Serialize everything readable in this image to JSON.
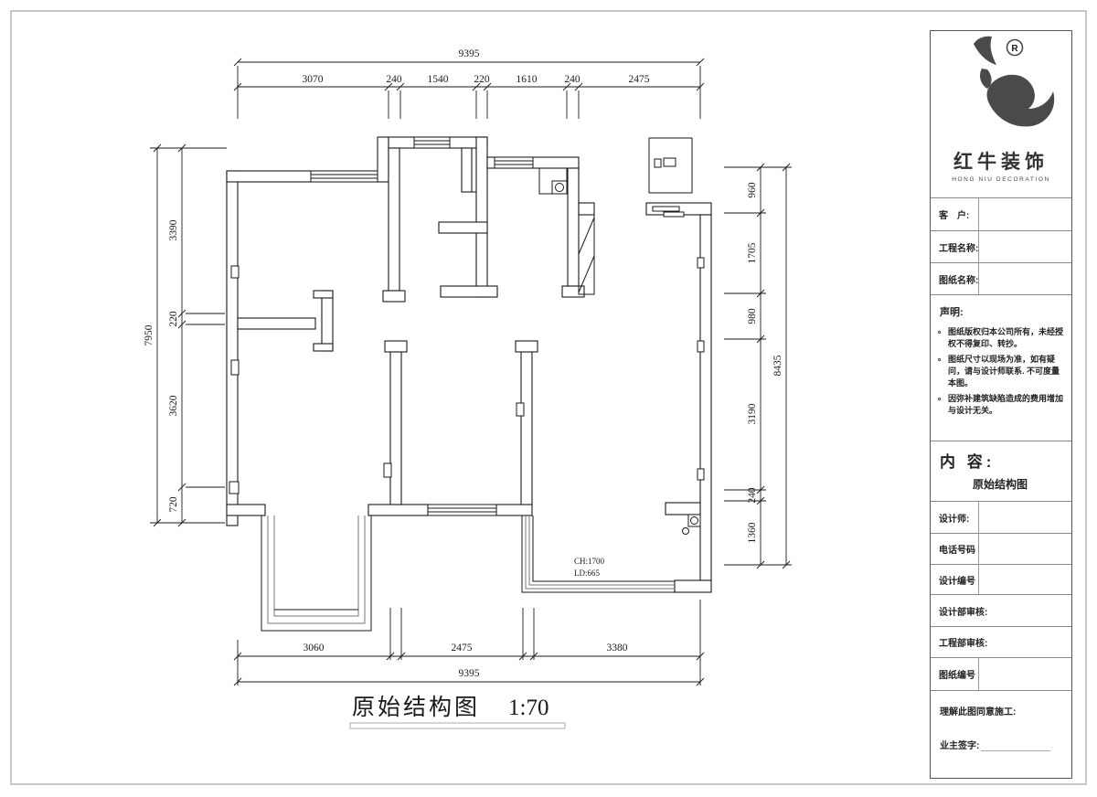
{
  "drawing": {
    "title": "原始结构图",
    "scale": "1:70",
    "annotations": {
      "ch": "CH:1700",
      "ld": "LD:665"
    },
    "dims": {
      "top_total": "9395",
      "top_segments": [
        "3070",
        "240",
        "1540",
        "220",
        "1610",
        "240",
        "2475"
      ],
      "bottom_segments": [
        "3060",
        "2475",
        "3380"
      ],
      "bottom_total": "9395",
      "left_total": "7950",
      "left_segments": [
        "3390",
        "220",
        "3620",
        "720"
      ],
      "right_segments": [
        "960",
        "1705",
        "980",
        "3190",
        "240",
        "1360"
      ],
      "right_total": "8435"
    }
  },
  "titleblock": {
    "brand": {
      "name": "红牛装饰",
      "sub": "HONG NIU DECORATION",
      "reg": "R"
    },
    "fields": {
      "client": "客　户:",
      "project": "工程名称:",
      "drawing": "图纸名称:"
    },
    "statement": {
      "heading": "声明:",
      "items": [
        "图纸版权归本公司所有，未经授权不得复印、转抄。",
        "图纸尺寸以现场为准，如有疑问，请与设计师联系. 不可度量本图。",
        "因弥补建筑缺陷造成的费用增加与设计无关。"
      ]
    },
    "content": {
      "heading": "内 容:",
      "value": "原始结构图"
    },
    "rows": [
      {
        "label": "设计师:"
      },
      {
        "label": "电话号码"
      },
      {
        "label": "设计编号"
      },
      {
        "label": "设计部审核:"
      },
      {
        "label": "工程部审核:"
      },
      {
        "label": "图纸编号"
      }
    ],
    "footer": {
      "line1": "理解此图同意施工:",
      "line2": "业主签字:"
    }
  }
}
